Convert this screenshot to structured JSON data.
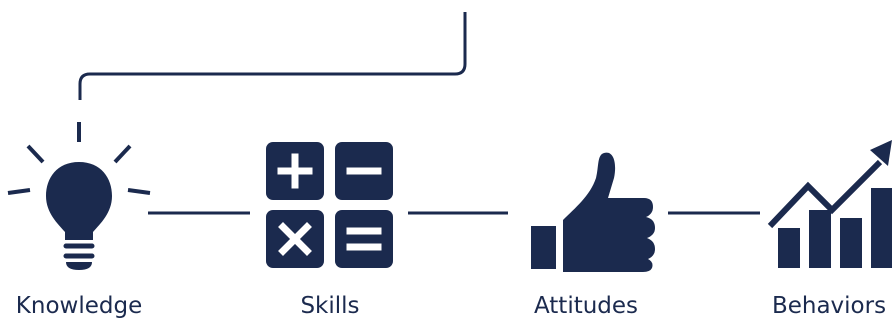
{
  "colors": {
    "primary": "#1b2a4e",
    "background": "#ffffff"
  },
  "stages": [
    {
      "label": "Knowledge",
      "icon": "lightbulb-icon"
    },
    {
      "label": "Skills",
      "icon": "calculator-icon"
    },
    {
      "label": "Attitudes",
      "icon": "thumbs-up-icon"
    },
    {
      "label": "Behaviors",
      "icon": "growth-chart-icon"
    }
  ]
}
